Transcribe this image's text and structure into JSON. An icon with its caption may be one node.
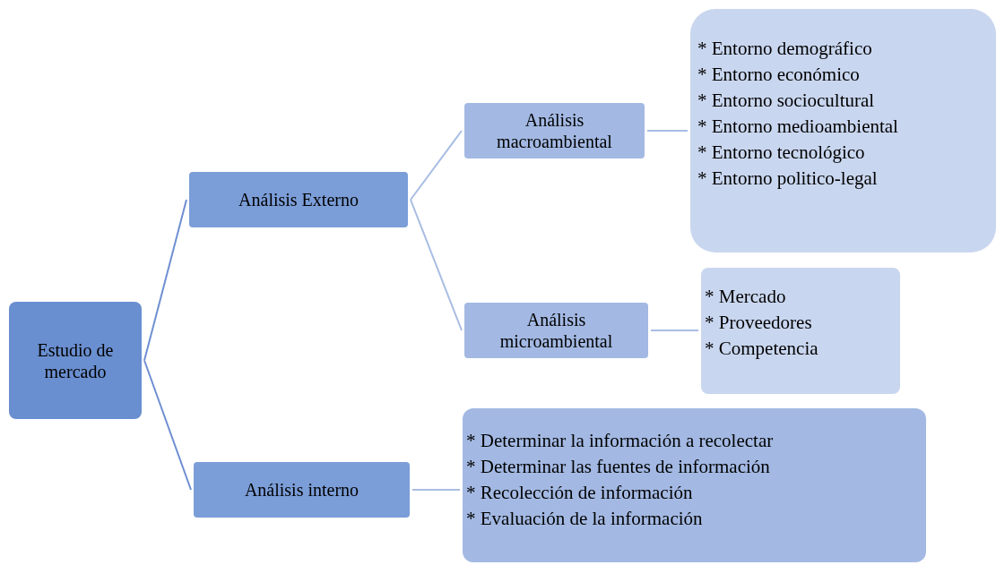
{
  "diagram": {
    "nodes": [
      {
        "text": [
          "Estudio de mercado"
        ]
      },
      {
        "text": [
          "Análisis Externo"
        ]
      },
      {
        "text": [
          "Análisis interno"
        ]
      },
      {
        "text": [
          "Análisis macroambiental"
        ]
      },
      {
        "text": [
          "Análisis microambiental"
        ]
      },
      {
        "text": [
          "* Entorno demográfico",
          "* Entorno económico",
          "* Entorno sociocultural",
          "* Entorno medioambiental",
          "* Entorno tecnológico",
          "* Entorno politico-legal"
        ]
      },
      {
        "text": [
          "* Mercado",
          "* Proveedores",
          "* Competencia"
        ]
      },
      {
        "text": [
          "* Determinar la información a recolectar",
          "* Determinar las fuentes de información",
          "* Recolección de información",
          "* Evaluación de la información"
        ]
      }
    ],
    "edges": [
      {
        "from": 0,
        "to": 1,
        "arrow": "none",
        "color": "#6f8fd2"
      },
      {
        "from": 0,
        "to": 2,
        "arrow": "none",
        "color": "#6f8fd2"
      },
      {
        "from": 1,
        "to": 3,
        "arrow": "none"
      },
      {
        "from": 1,
        "to": 4,
        "arrow": "none"
      },
      {
        "from": 3,
        "to": 5,
        "arrow": "none"
      },
      {
        "from": 4,
        "to": 6,
        "arrow": "none"
      },
      {
        "from": 2,
        "to": 7,
        "arrow": "none"
      }
    ]
  }
}
